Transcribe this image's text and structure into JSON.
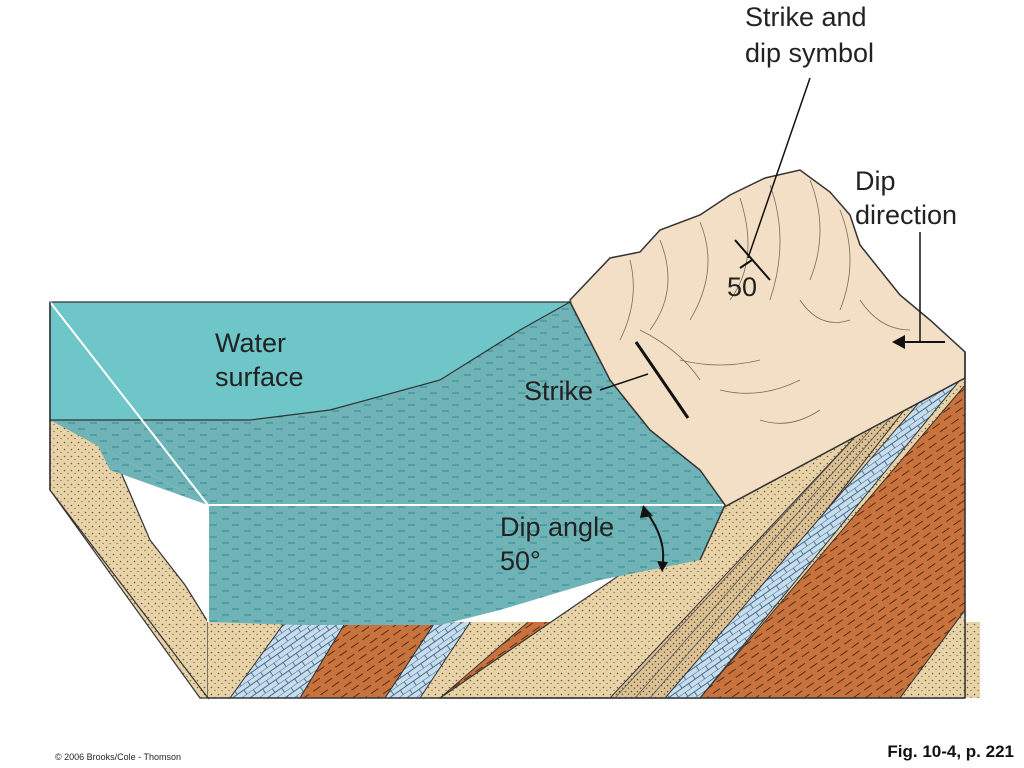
{
  "labels": {
    "strike_symbol_line1": "Strike and",
    "strike_symbol_line2": "dip symbol",
    "dip_direction_line1": "Dip",
    "dip_direction_line2": "direction",
    "symbol_value": "50",
    "water_line1": "Water",
    "water_line2": "surface",
    "strike": "Strike",
    "dip_angle_line1": "Dip angle",
    "dip_angle_line2": "50°"
  },
  "footer": {
    "copyright": "© 2006 Brooks/Cole - Thomson",
    "figure_ref": "Fig. 10-4, p. 221"
  },
  "colors": {
    "water_surface": "#6ec6c8",
    "water_body": "#6fb3b7",
    "hill": "#f2dfc6",
    "sandstone": "#e8d2a8",
    "shale": "#c8733e",
    "limestone": "#c6ddee",
    "stroke": "#333333"
  }
}
